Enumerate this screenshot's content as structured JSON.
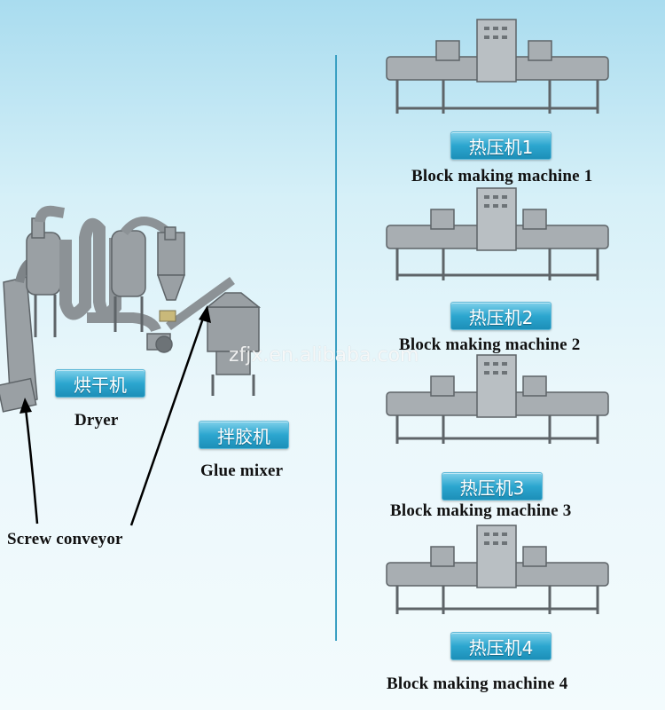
{
  "left": {
    "dryer_tag": "烘干机",
    "dryer_label": "Dryer",
    "glue_tag": "拌胶机",
    "glue_label": "Glue mixer",
    "screw_label": "Screw conveyor"
  },
  "machines": [
    {
      "tag": "热压机1",
      "label": "Block making machine 1"
    },
    {
      "tag": "热压机2",
      "label": "Block making machine 2"
    },
    {
      "tag": "热压机3",
      "label": "Block making machine 3"
    },
    {
      "tag": "热压机4",
      "label": "Block making machine 4"
    }
  ],
  "watermark": "zfjx.en.alibaba.com"
}
